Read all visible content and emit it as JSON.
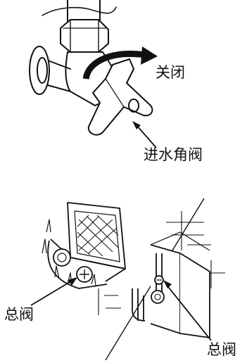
{
  "labels": {
    "close": "关闭",
    "angle_valve": "进水角阀",
    "main_valve_left": "总阀",
    "main_valve_right": "总阀"
  },
  "colors": {
    "line": "#111111",
    "background": "#ffffff",
    "shade": "#9a9a9a"
  },
  "icons": {
    "rotation_arrow": "curved-arrow-icon",
    "pointer_arrow": "arrow-icon"
  }
}
